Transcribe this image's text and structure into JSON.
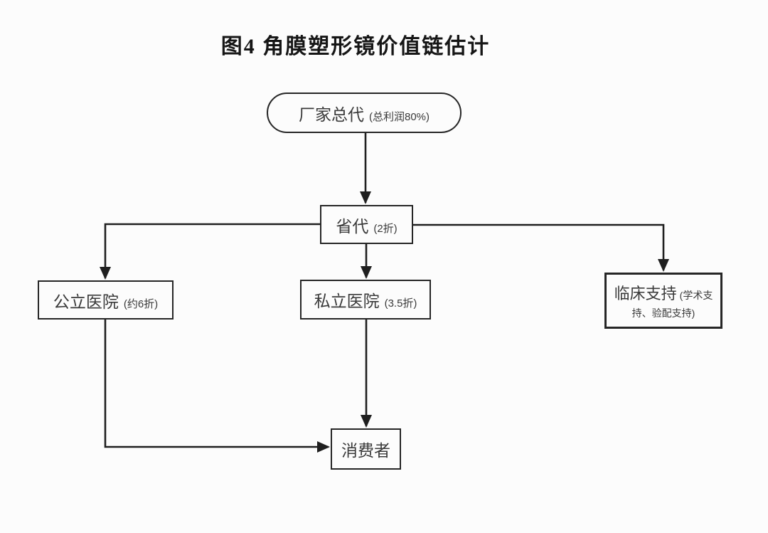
{
  "title": "图4 角膜塑形镜价值链估计",
  "nodes": {
    "manufacturer_agent": {
      "label": "厂家总代",
      "note": "(总利润80%)"
    },
    "provincial_agent": {
      "label": "省代",
      "note": "(2折)"
    },
    "public_hospital": {
      "label": "公立医院",
      "note": "(约6折)"
    },
    "private_hospital": {
      "label": "私立医院",
      "note": "(3.5折)"
    },
    "clinical_support": {
      "label": "临床支持",
      "note": "(学术支持、验配支持)"
    },
    "consumer": {
      "label": "消费者"
    }
  },
  "edges": [
    {
      "from": "厂家总代",
      "to": "省代"
    },
    {
      "from": "省代",
      "to": "公立医院"
    },
    {
      "from": "省代",
      "to": "私立医院"
    },
    {
      "from": "省代",
      "to": "临床支持"
    },
    {
      "from": "公立医院",
      "to": "消费者"
    },
    {
      "from": "私立医院",
      "to": "消费者"
    }
  ],
  "colors": {
    "ink": "#1f1f1f",
    "text": "#3a3a3a",
    "bg": "#fcfcfc"
  }
}
